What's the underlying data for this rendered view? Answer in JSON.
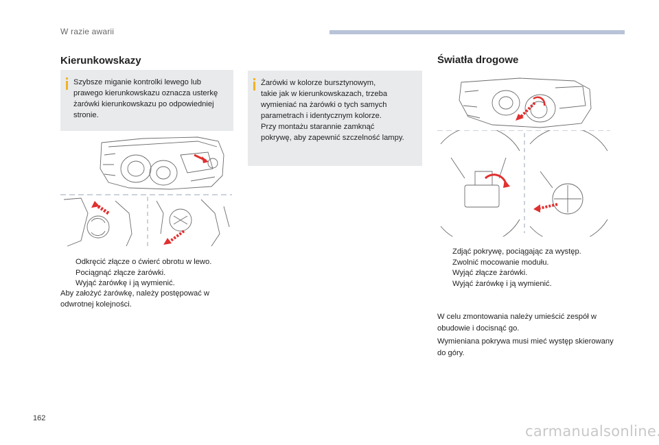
{
  "header": {
    "title": "W razie awarii"
  },
  "left": {
    "title": "Kierunkowskazy",
    "info": [
      "Szybsze miganie kontrolki lewego lub",
      "prawego kierunkowskazu oznacza usterkę",
      "żarówki kierunkowskazu po odpowiedniej",
      "stronie."
    ],
    "steps": [
      "Odkręcić złącze o ćwierć obrotu w lewo.",
      "Pociągnąć złącze żarówki.",
      "Wyjąć żarówkę i ją wymienić."
    ],
    "note": "Aby założyć żarówkę, należy postępować w odwrotnej kolejności."
  },
  "middle": {
    "info": [
      "Żarówki w kolorze bursztynowym,",
      "takie jak w kierunkowskazach, trzeba",
      "wymieniać na żarówki o tych samych",
      "parametrach i identycznym kolorze.",
      "Przy montażu starannie zamknąć",
      "pokrywę, aby zapewnić szczelność lampy."
    ]
  },
  "right": {
    "title": "Światła drogowe",
    "steps": [
      "Zdjąć pokrywę, pociągając za występ.",
      "Zwolnić mocowanie modułu.",
      "Wyjąć złącze żarówki.",
      "Wyjąć żarówkę i ją wymienić."
    ],
    "note1": "W celu zmontowania należy umieścić zespół w obudowie i docisnąć go.",
    "note2": "Wymieniana pokrywa musi mieć występ skierowany do góry."
  },
  "bullet_glyph": "",
  "page_number": "162",
  "watermark": "carmanualsonline.info",
  "colors": {
    "accent_bar": "#b8c3d9",
    "info_icon": "#f0b323",
    "info_bg": "#e8eaec",
    "arrow_red": "#e03030"
  }
}
